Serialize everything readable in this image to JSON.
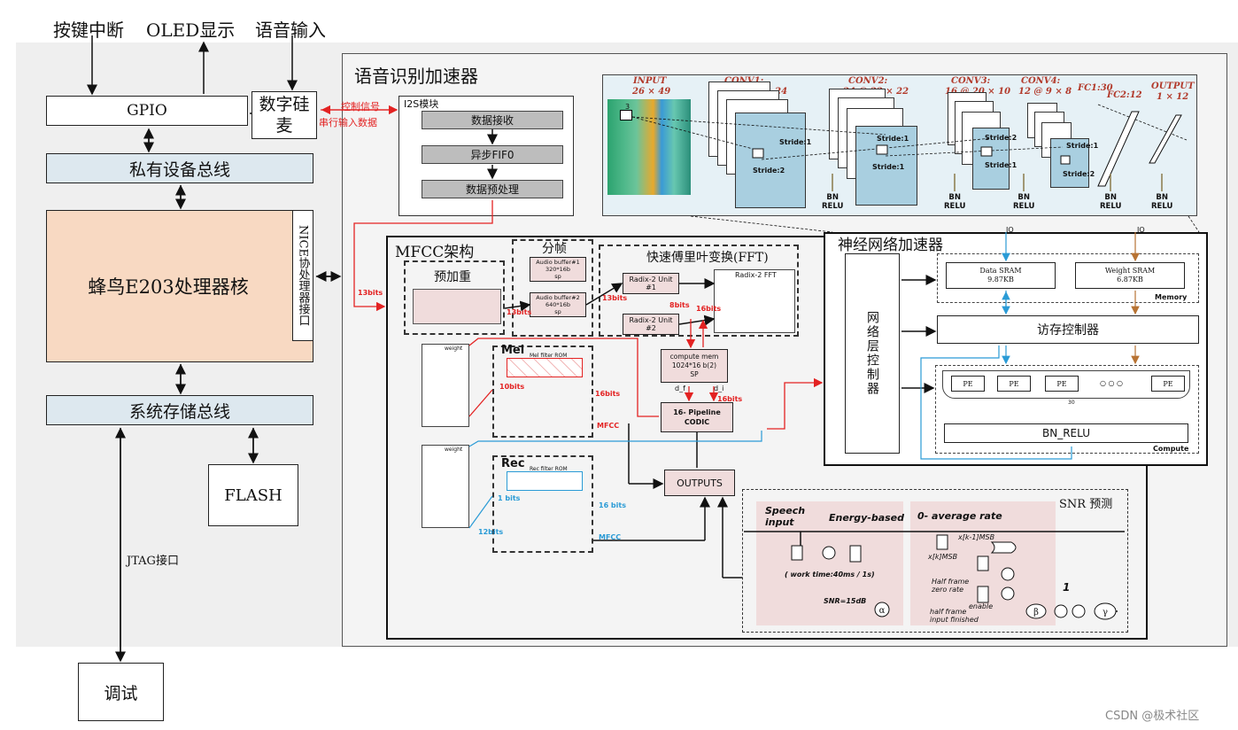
{
  "top_labels": {
    "key_interrupt": "按键中断",
    "oled": "OLED显示",
    "voice_in": "语音输入"
  },
  "soc": {
    "gpio": "GPIO",
    "mic": "数字硅麦",
    "private_bus": "私有设备总线",
    "core": "蜂鸟E203处理器核",
    "nice": "NICE协处理器接口",
    "sys_bus": "系统存储总线",
    "flash": "FLASH",
    "jtag": "JTAG接口",
    "debug": "调试"
  },
  "accel": {
    "title": "语音识别加速器",
    "ctrl_signal": "控制信号",
    "serial_in": "串行输入数据",
    "i2s_title": "I2S模块",
    "i2s_steps": [
      "数据接收",
      "异步FIF0",
      "数据预处理"
    ],
    "bits13": "13bits",
    "bits13b": "13bits",
    "bits13c": "13bits",
    "bits16": "16bits",
    "bits16b": "16bits",
    "bits16c": "16 bits",
    "bits16d": "16bits",
    "bits10": "10bits",
    "bits12": "12bits",
    "bits1": "1 bits",
    "bits8": "8bits"
  },
  "mfcc": {
    "title": "MFCC架构",
    "preemph": "预加重",
    "framing": "分帧",
    "buf1": "Audio buffer#1\n320*16b\nsp",
    "buf2": "Audio buffer#2\n640*16b\nsp",
    "fft_title": "快速傅里叶变换(FFT)",
    "radix_unit1": "Radix-2 Unit\n#1",
    "radix_unit2": "Radix-2 Unit\n#2",
    "radix_fft": "Radix-2 FFT",
    "compute_mem": "compute mem\n1024*16 b(2)\nSP",
    "df": "d_f",
    "di": "d_i",
    "cordic": "16- Pipeline\nCODIC",
    "mel": "Mel",
    "mel_rom": "Mel filter ROM",
    "mel_out": "MFCC",
    "rec": "Rec",
    "rec_rom": "Rec filter ROM",
    "rec_out": "MFCC",
    "outputs": "OUTPUTS",
    "weight": "weight"
  },
  "snr": {
    "title": "SNR 预测",
    "speech_input": "Speech\ninput",
    "energy": "Energy-based",
    "zero_rate": "0- average rate",
    "work_time": "( work time:40ms / 1s)",
    "snr15": "SNR=15dB",
    "alpha": "α",
    "beta": "β",
    "gamma": "γ",
    "one": "1",
    "half_zero": "Half frame\nzero rate",
    "half_finished": "half frame\ninput finished",
    "enable": "enable",
    "xk1": "x[k-1]MSB",
    "xk": "x[k]MSB"
  },
  "cnn": {
    "input": "INPUT",
    "input_dim": "26 × 49",
    "conv1": "CONV1:",
    "conv1_dim": "28 @ 24 × 24",
    "conv2": "CONV2:",
    "conv2_dim": "24 @ 22 × 22",
    "conv3": "CONV3:",
    "conv3_dim": "16 @ 20 × 10",
    "conv4": "CONV4:",
    "conv4_dim": "12 @ 9 × 8",
    "fc1": "FC1:30",
    "fc2": "FC2:12",
    "output": "OUTPUT",
    "output_dim": "1 × 12",
    "stride1": "Stride:1",
    "stride2": "Stride:2",
    "bn": "BN",
    "relu": "RELU",
    "k3": "3"
  },
  "nn": {
    "title": "神经网络加速器",
    "layer_ctrl": "网络层控制器",
    "io": "IO",
    "data_sram": "Data SRAM\n9.87KB",
    "weight_sram": "Weight SRAM\n6.87KB",
    "memory": "Memory",
    "mem_ctrl": "访存控制器",
    "pe": "PE",
    "dots": "○ ○ ○",
    "pe_count": "30",
    "bn_relu": "BN_RELU",
    "compute": "Compute"
  },
  "watermark": "CSDN @极术社区",
  "colors": {
    "accent_red": "#e32222",
    "accent_blue": "#2a9bd6",
    "core_fill": "#f8d9c2",
    "bus_fill": "#dde8ef",
    "cnn_fill": "#e6f1f6",
    "snr_fill": "#f0dcdc"
  }
}
